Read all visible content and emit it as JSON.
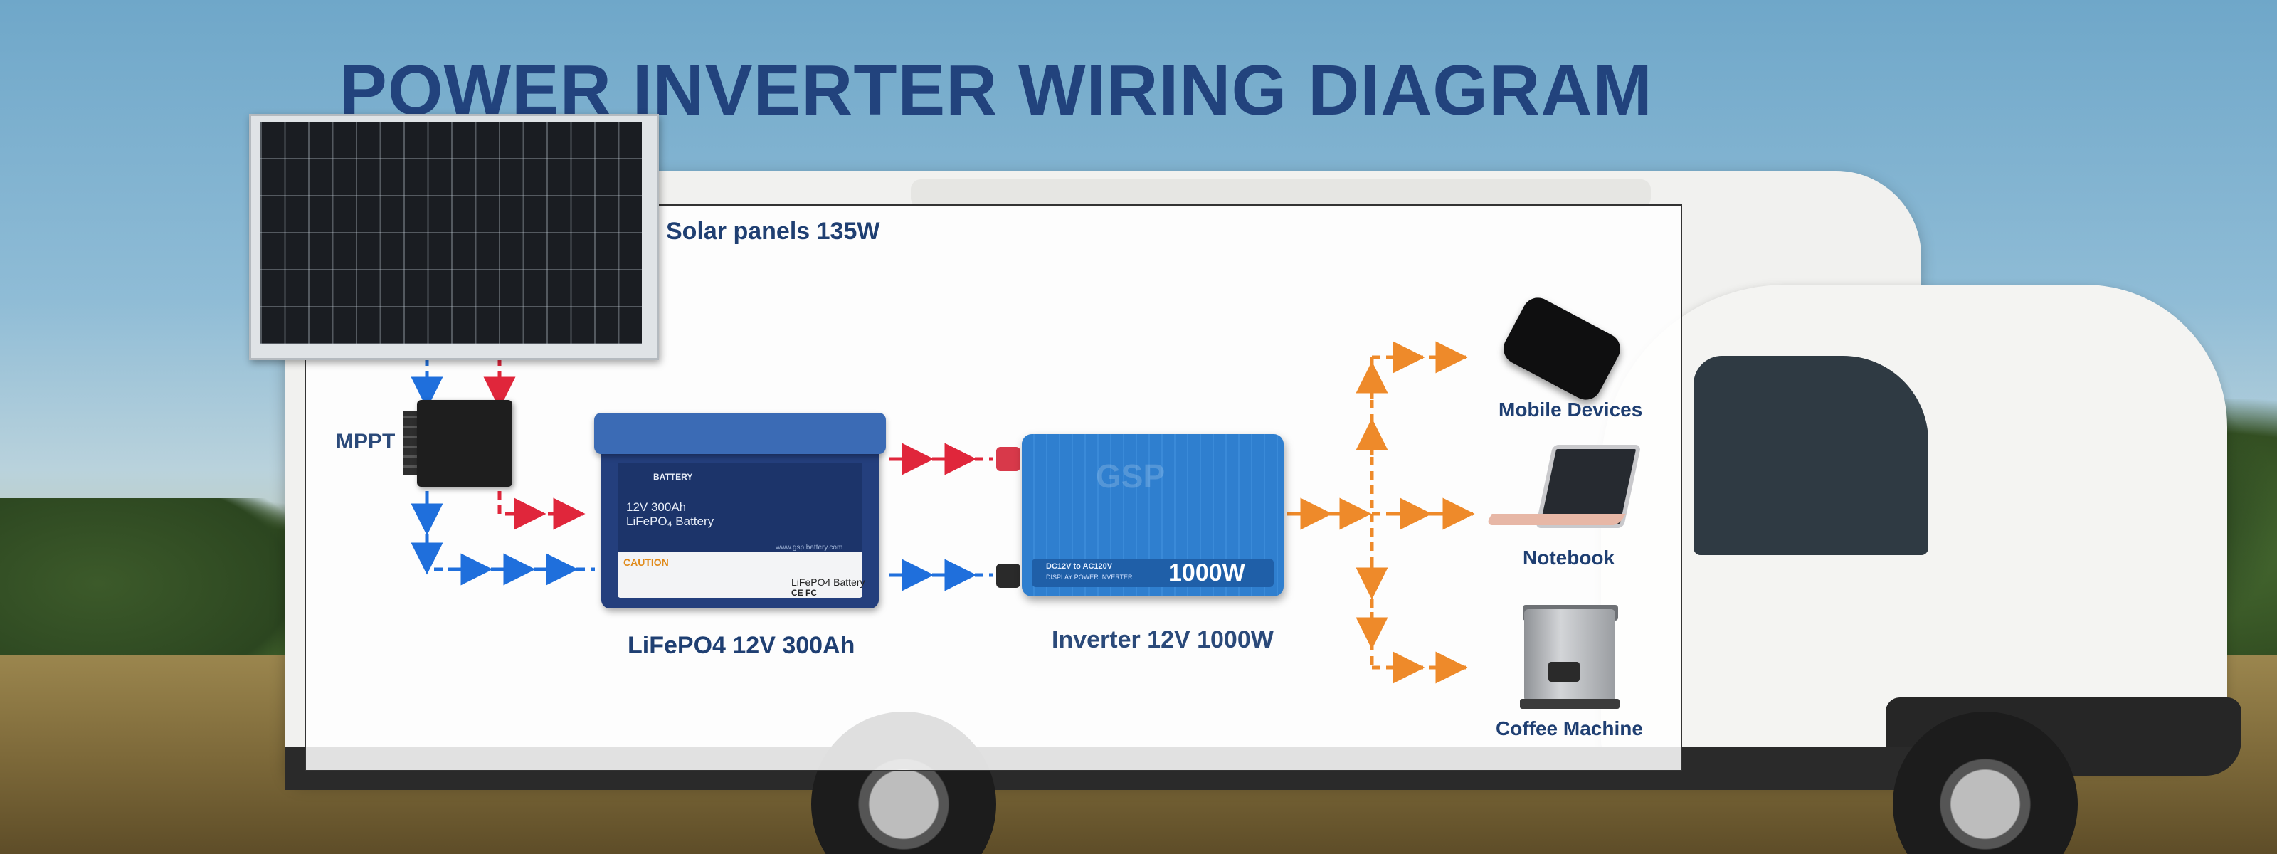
{
  "diagram": {
    "title": "POWER INVERTER WIRING DIAGRAM",
    "nodes": {
      "solar": "Solar panels 135W",
      "mppt": "MPPT",
      "battery": "LiFePO4 12V 300Ah",
      "inverter": "Inverter 12V 1000W",
      "mobile": "Mobile Devices",
      "notebook": "Notebook",
      "coffee": "Coffee Machine"
    },
    "battery_printed": {
      "brand": "BATTERY",
      "spec": "12V 300Ah",
      "chem": "LiFePO₄ Battery",
      "caution": "CAUTION",
      "website": "www.gsp battery.com",
      "type_label": "LiFePO4 Battery",
      "marks": "CE FC"
    },
    "inverter_printed": {
      "brand": "GSP",
      "power": "1000W",
      "band": "DC12V to AC120V",
      "sub": "DISPLAY POWER INVERTER"
    },
    "wire_colors": {
      "positive": "#e0263b",
      "negative": "#1f6fdc",
      "ac": "#ee8a2a"
    },
    "icons": [
      "solar-panel-icon",
      "mppt-controller-icon",
      "battery-icon",
      "inverter-icon",
      "smartphone-icon",
      "laptop-icon",
      "coffee-machine-icon"
    ]
  }
}
